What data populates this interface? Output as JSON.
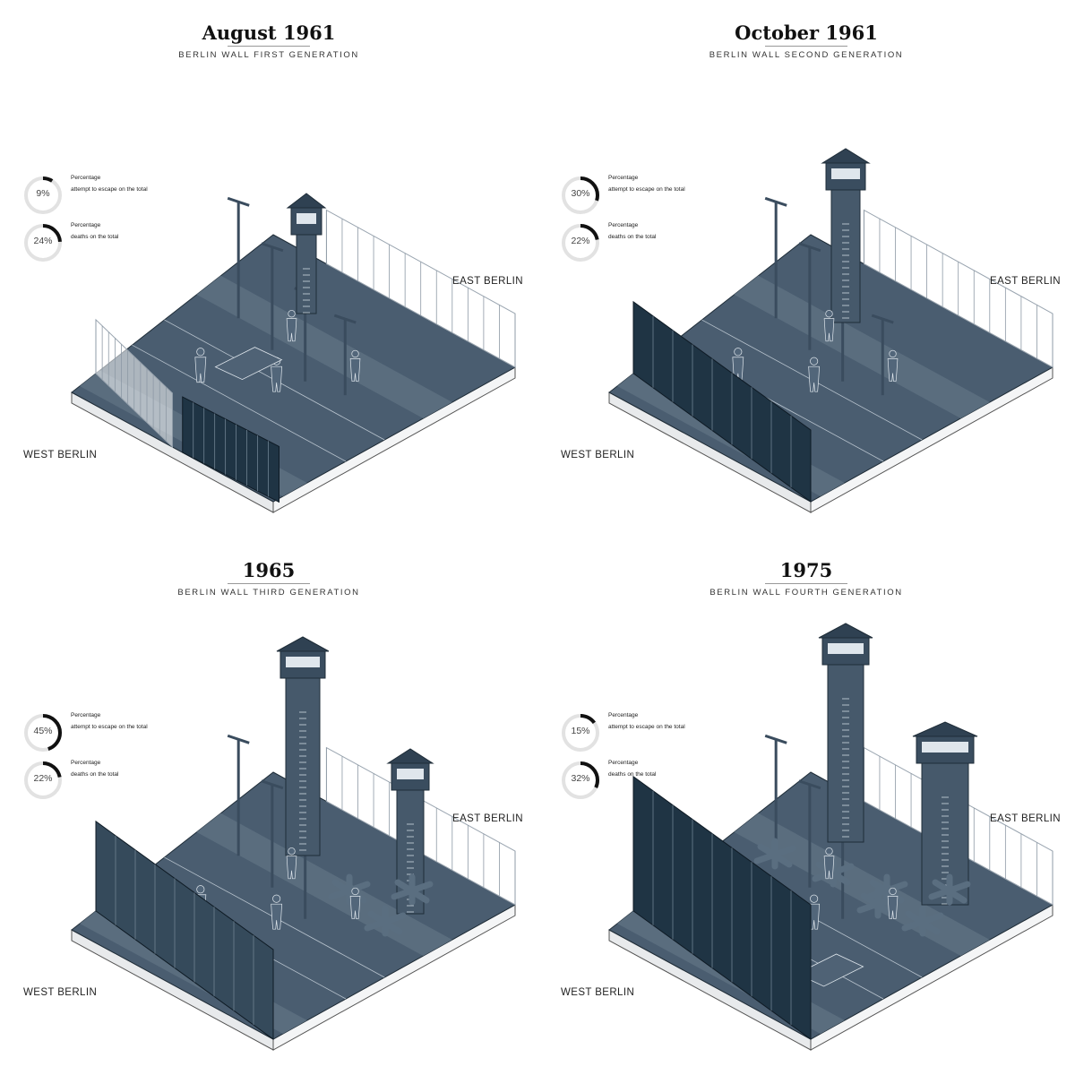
{
  "panels": [
    {
      "title": "August 1961",
      "subtitle": "BERLIN WALL FIRST GENERATION",
      "stats": [
        {
          "value": "9%",
          "fraction": 0.09,
          "label_line1": "Percentage",
          "label_line2": "attempt to escape on the total"
        },
        {
          "value": "24%",
          "fraction": 0.24,
          "label_line1": "Percentage",
          "label_line2": "deaths on the total"
        }
      ],
      "east_label": "EAST BERLIN",
      "west_label": "WEST BERLIN"
    },
    {
      "title": "October 1961",
      "subtitle": "BERLIN WALL SECOND GENERATION",
      "stats": [
        {
          "value": "30%",
          "fraction": 0.3,
          "label_line1": "Percentage",
          "label_line2": "attempt to escape on the total"
        },
        {
          "value": "22%",
          "fraction": 0.22,
          "label_line1": "Percentage",
          "label_line2": "deaths on the total"
        }
      ],
      "east_label": "EAST BERLIN",
      "west_label": "WEST BERLIN"
    },
    {
      "title": "1965",
      "subtitle": "BERLIN WALL THIRD GENERATION",
      "stats": [
        {
          "value": "45%",
          "fraction": 0.45,
          "label_line1": "Percentage",
          "label_line2": "attempt to escape on the total"
        },
        {
          "value": "22%",
          "fraction": 0.22,
          "label_line1": "Percentage",
          "label_line2": "deaths on the total"
        }
      ],
      "east_label": "EAST BERLIN",
      "west_label": "WEST BERLIN"
    },
    {
      "title": "1975",
      "subtitle": "BERLIN WALL FOURTH GENERATION",
      "stats": [
        {
          "value": "15%",
          "fraction": 0.15,
          "label_line1": "Percentage",
          "label_line2": "attempt to escape on the total"
        },
        {
          "value": "32%",
          "fraction": 0.32,
          "label_line1": "Percentage",
          "label_line2": "deaths on the total"
        }
      ],
      "east_label": "EAST BERLIN",
      "west_label": "WEST BERLIN"
    }
  ],
  "colors": {
    "ground": "#4a5d70",
    "ground_dark": "#334454",
    "wall": "#1f3444",
    "slab_side": "#e8eaec",
    "ring_track": "#e2e2e2",
    "ring_fill": "#111111"
  }
}
